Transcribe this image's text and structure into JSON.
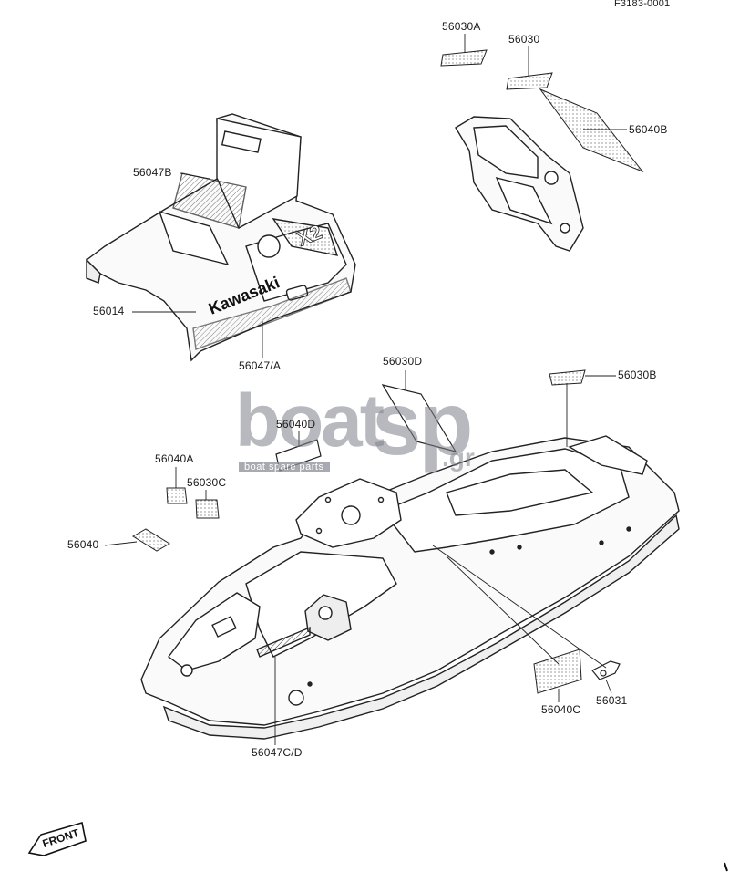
{
  "diagram_id": "F3183-0001",
  "watermark": {
    "main_left": "boat",
    "main_right": "sp",
    "domain": ".gr",
    "tagline": "boat spare parts"
  },
  "front_marker": "FRONT",
  "parts": {
    "p56030A": "56030A",
    "p56030": "56030",
    "p56040B": "56040B",
    "p56047B": "56047B",
    "p56014": "56014",
    "p56047A": "56047/A",
    "p56030D": "56030D",
    "p56030B": "56030B",
    "p56040D": "56040D",
    "p56040A": "56040A",
    "p56030C": "56030C",
    "p56040": "56040",
    "p56040C": "56040C",
    "p56031": "56031",
    "p56047CD": "56047C/D"
  }
}
